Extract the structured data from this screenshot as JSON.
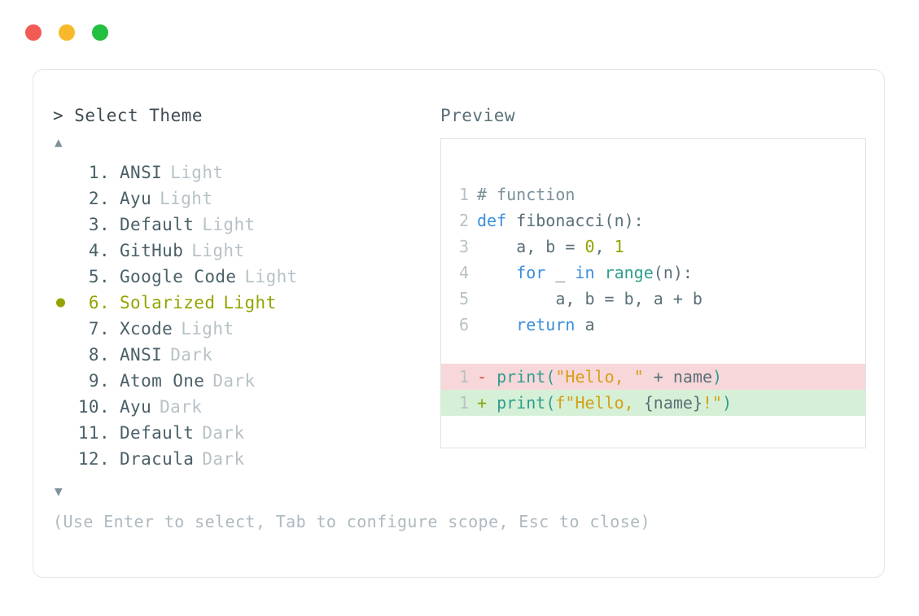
{
  "window": {
    "dots": [
      {
        "name": "close",
        "color": "#f25b55"
      },
      {
        "name": "minimize",
        "color": "#f7b92b"
      },
      {
        "name": "maximize",
        "color": "#23bf3f"
      }
    ]
  },
  "prompt": {
    "caret": ">",
    "title": "Select Theme",
    "full": "> Select Theme"
  },
  "scroll": {
    "up_glyph": "▲",
    "down_glyph": "▼"
  },
  "themes": {
    "selected_index": 6,
    "selected_color": "#93a400",
    "items": [
      {
        "index": "1.",
        "name": "ANSI",
        "variant": "Light",
        "selected": false
      },
      {
        "index": "2.",
        "name": "Ayu",
        "variant": "Light",
        "selected": false
      },
      {
        "index": "3.",
        "name": "Default",
        "variant": "Light",
        "selected": false
      },
      {
        "index": "4.",
        "name": "GitHub",
        "variant": "Light",
        "selected": false
      },
      {
        "index": "5.",
        "name": "Google Code",
        "variant": "Light",
        "selected": false
      },
      {
        "index": "6.",
        "name": "Solarized",
        "variant": "Light",
        "selected": true
      },
      {
        "index": "7.",
        "name": "Xcode",
        "variant": "Light",
        "selected": false
      },
      {
        "index": "8.",
        "name": "ANSI",
        "variant": "Dark",
        "selected": false
      },
      {
        "index": "9.",
        "name": "Atom One",
        "variant": "Dark",
        "selected": false
      },
      {
        "index": "10.",
        "name": "Ayu",
        "variant": "Dark",
        "selected": false
      },
      {
        "index": "11.",
        "name": "Default",
        "variant": "Dark",
        "selected": false
      },
      {
        "index": "12.",
        "name": "Dracula",
        "variant": "Dark",
        "selected": false
      }
    ]
  },
  "preview": {
    "label": "Preview",
    "code_lines": [
      {
        "number": "1",
        "tokens": [
          {
            "text": "# function",
            "type": "comment"
          }
        ]
      },
      {
        "number": "2",
        "tokens": [
          {
            "text": "def",
            "type": "kw"
          },
          {
            "text": " fibonacci(n):",
            "type": "plain"
          }
        ]
      },
      {
        "number": "3",
        "tokens": [
          {
            "text": "    a, b = ",
            "type": "plain"
          },
          {
            "text": "0",
            "type": "num"
          },
          {
            "text": ", ",
            "type": "plain"
          },
          {
            "text": "1",
            "type": "num"
          }
        ]
      },
      {
        "number": "4",
        "tokens": [
          {
            "text": "    ",
            "type": "plain"
          },
          {
            "text": "for",
            "type": "kw"
          },
          {
            "text": " _ ",
            "type": "plain"
          },
          {
            "text": "in",
            "type": "kw"
          },
          {
            "text": " ",
            "type": "plain"
          },
          {
            "text": "range",
            "type": "fn"
          },
          {
            "text": "(n):",
            "type": "plain"
          }
        ]
      },
      {
        "number": "5",
        "tokens": [
          {
            "text": "        a, b = b, a + b",
            "type": "plain"
          }
        ]
      },
      {
        "number": "6",
        "tokens": [
          {
            "text": "    ",
            "type": "plain"
          },
          {
            "text": "return",
            "type": "kw"
          },
          {
            "text": " a",
            "type": "plain"
          }
        ]
      }
    ],
    "diff_lines": [
      {
        "number": "1",
        "marker": "-",
        "kind": "del",
        "tokens": [
          {
            "text": "print",
            "type": "fn"
          },
          {
            "text": "(",
            "type": "fn"
          },
          {
            "text": "\"Hello, \"",
            "type": "str"
          },
          {
            "text": " + name",
            "type": "plain"
          },
          {
            "text": ")",
            "type": "fn"
          }
        ]
      },
      {
        "number": "1",
        "marker": "+",
        "kind": "add",
        "tokens": [
          {
            "text": "print",
            "type": "fn"
          },
          {
            "text": "(",
            "type": "fn"
          },
          {
            "text": "f\"Hello, ",
            "type": "str"
          },
          {
            "text": "{name}",
            "type": "plain"
          },
          {
            "text": "!\"",
            "type": "str"
          },
          {
            "text": ")",
            "type": "fn"
          }
        ]
      }
    ]
  },
  "footer": {
    "hint": "(Use Enter to select, Tab to configure scope, Esc to close)"
  }
}
